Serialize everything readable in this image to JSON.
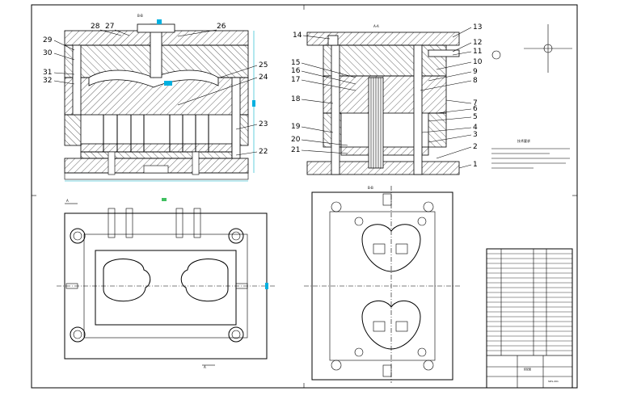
{
  "view_titles": {
    "left_section": "B-B",
    "right_section": "A-A",
    "moving_half": "B-B"
  },
  "callouts_left": [
    "28",
    "27",
    "26",
    "29",
    "30",
    "31",
    "32",
    "25",
    "24",
    "23",
    "22"
  ],
  "callouts_right": [
    "14",
    "13",
    "12",
    "11",
    "10",
    "9",
    "8",
    "15",
    "16",
    "17",
    "18",
    "7",
    "6",
    "5",
    "4",
    "19",
    "20",
    "21",
    "3",
    "2",
    "1"
  ],
  "plan_marks": {
    "section_a_top": "A",
    "section_a_bottom": "A"
  },
  "tech_requirements_title": "技术要求",
  "title_block": {
    "part_name": "装配图",
    "drawing_no": "SDS-201"
  },
  "colors": {
    "line": "#000000",
    "dimension": "#00b0c8",
    "cooling": "#d00000",
    "accent": "#00b0e0"
  }
}
